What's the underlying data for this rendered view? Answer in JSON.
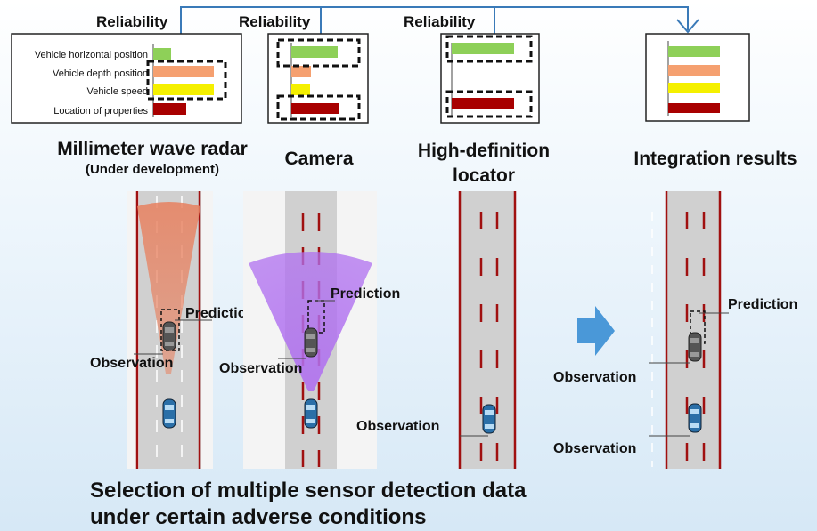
{
  "reliability_label": "Reliability",
  "fields": [
    "Vehicle horizontal position",
    "Vehicle depth position",
    "Vehicle speed",
    "Location of properties"
  ],
  "colors": {
    "horizontal": "#8ed058",
    "depth": "#f5a070",
    "speed": "#f5f000",
    "properties": "#a80000",
    "radar_beam": "#e8805e",
    "camera_beam": "#b070f0",
    "arrow": "#4a98d8"
  },
  "sensors": {
    "radar": {
      "title": "Millimeter wave radar",
      "subtitle": "(Under development)"
    },
    "camera": {
      "title": "Camera"
    },
    "locator": {
      "title_line1": "High-definition",
      "title_line2": "locator"
    },
    "integration": {
      "title": "Integration results"
    }
  },
  "annotations": {
    "prediction": "Prediction",
    "observation": "Observation"
  },
  "footer": {
    "line1": "Selection of multiple sensor detection data",
    "line2": "under certain adverse conditions"
  }
}
